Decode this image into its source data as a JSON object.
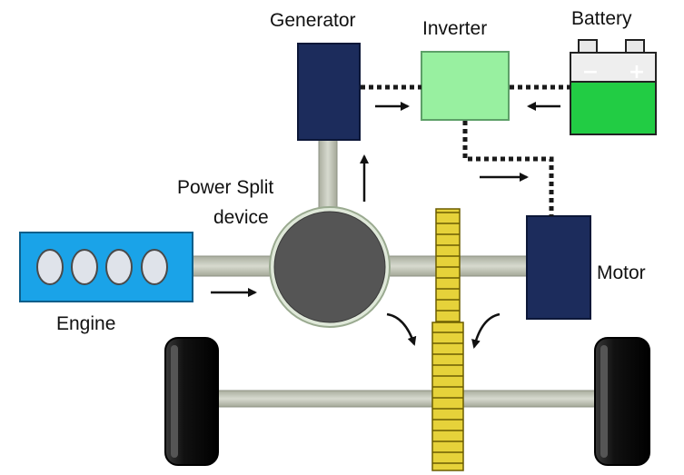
{
  "labels": {
    "generator": "Generator",
    "inverter": "Inverter",
    "battery": "Battery",
    "power_split_line1": "Power Split",
    "power_split_line2": "device",
    "engine": "Engine",
    "motor": "Motor"
  },
  "battery_terminals": {
    "negative": "−",
    "positive": "+"
  },
  "colors": {
    "engine": "#1aa3e8",
    "generator": "#1c2c5c",
    "motor": "#1c2c5c",
    "inverter": "#98f0a0",
    "battery": "#22cc44",
    "power_split": "#555555",
    "gear": "#e6d23a",
    "shaft": "#c0c4b8",
    "tire": "#111111"
  }
}
